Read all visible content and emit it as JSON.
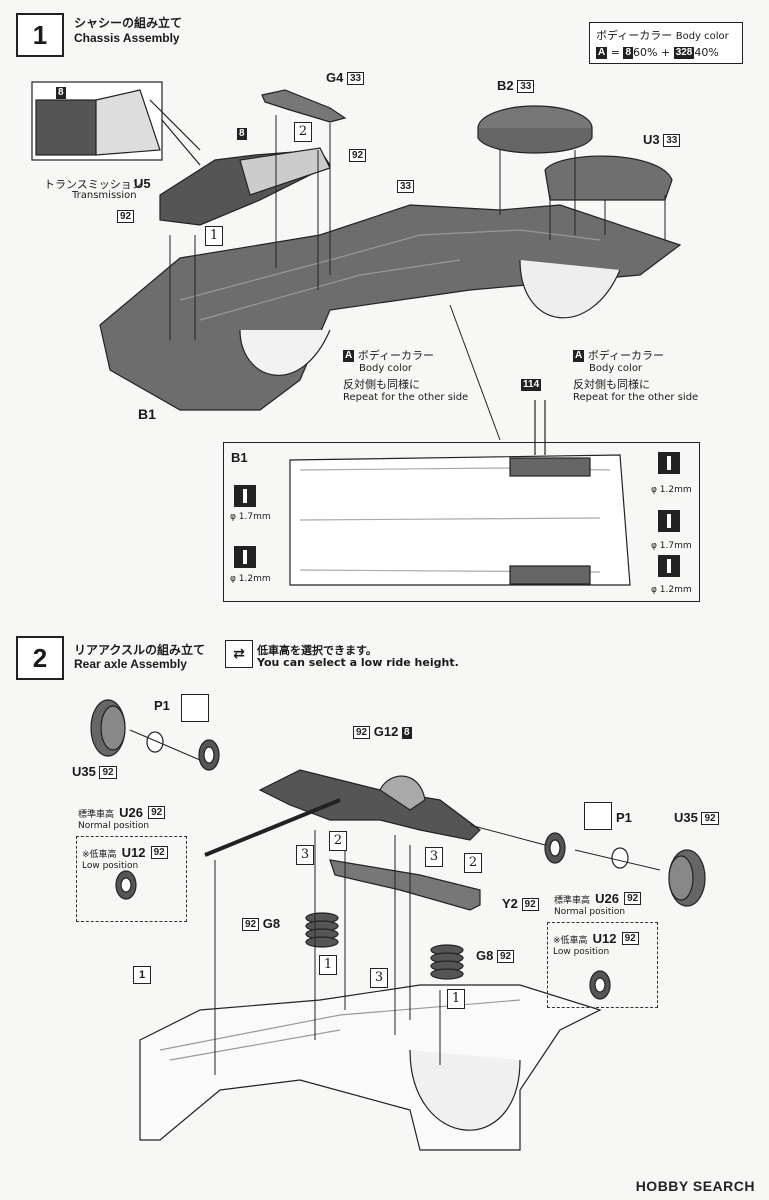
{
  "step1": {
    "number": "1",
    "title_jp": "シャシーの組み立て",
    "title_en": "Chassis Assembly",
    "color_box": {
      "label_jp": "ボディーカラー",
      "label_en": "Body color",
      "code": "A",
      "mix_a": "8",
      "mix_a_pct": "60%",
      "plus": "+",
      "mix_b": "328",
      "mix_b_pct": "40%"
    },
    "parts": {
      "g4": "G4",
      "g4_color": "33",
      "b2": "B2",
      "b2_color": "33",
      "u3": "U3",
      "u3_color": "33",
      "u5": "U5",
      "transmission_jp": "トランスミッション",
      "transmission_en": "Transmission",
      "t_color_8": "8",
      "t_color_92a": "92",
      "t_color_92b": "92",
      "inset_color": "8",
      "chassis_color": "33",
      "b1": "B1",
      "color_114": "114"
    },
    "order": [
      "1",
      "2"
    ],
    "callout_left": {
      "code": "A",
      "jp": "ボディーカラー",
      "en": "Body color",
      "repeat_jp": "反対側も同様に",
      "repeat_en": "Repeat for the other side"
    },
    "callout_right": {
      "code": "A",
      "jp": "ボディーカラー",
      "en": "Body color",
      "repeat_jp": "反対側も同様に",
      "repeat_en": "Repeat for the other side"
    },
    "b1_box": {
      "title": "B1",
      "drill_left_1": "φ 1.7mm",
      "drill_left_2": "φ 1.2mm",
      "drill_right_1": "φ 1.2mm",
      "drill_right_2": "φ 1.7mm",
      "drill_right_3": "φ 1.2mm"
    }
  },
  "step2": {
    "number": "2",
    "title_jp": "リアアクスルの組み立て",
    "title_en": "Rear axle Assembly",
    "note_jp": "低車高を選択できます。",
    "note_en": "You can select a low ride height.",
    "parts": {
      "p1_left": "P1",
      "p1_right": "P1",
      "u35_left": "U35",
      "u35_left_color": "92",
      "u35_right": "U35",
      "u35_right_color": "92",
      "u26_left_jp": "標準車高",
      "u26_left": "U26",
      "u26_left_color": "92",
      "u26_left_en": "Normal position",
      "u26_right_jp": "標準車高",
      "u26_right": "U26",
      "u26_right_color": "92",
      "u26_right_en": "Normal position",
      "u12_left_jp": "※低車高",
      "u12_left": "U12",
      "u12_left_color": "92",
      "u12_left_en": "Low position",
      "u12_right_jp": "※低車高",
      "u12_right": "U12",
      "u12_right_color": "92",
      "u12_right_en": "Low position",
      "g12": "G12",
      "g12_color_a": "92",
      "g12_color_b": "8",
      "g8_left": "G8",
      "g8_left_color": "92",
      "g8_right": "G8",
      "g8_right_color": "92",
      "y2": "Y2",
      "y2_color": "92",
      "ref_step": "1"
    },
    "order": [
      "1",
      "2",
      "3"
    ]
  },
  "watermark": "HOBBY SEARCH"
}
